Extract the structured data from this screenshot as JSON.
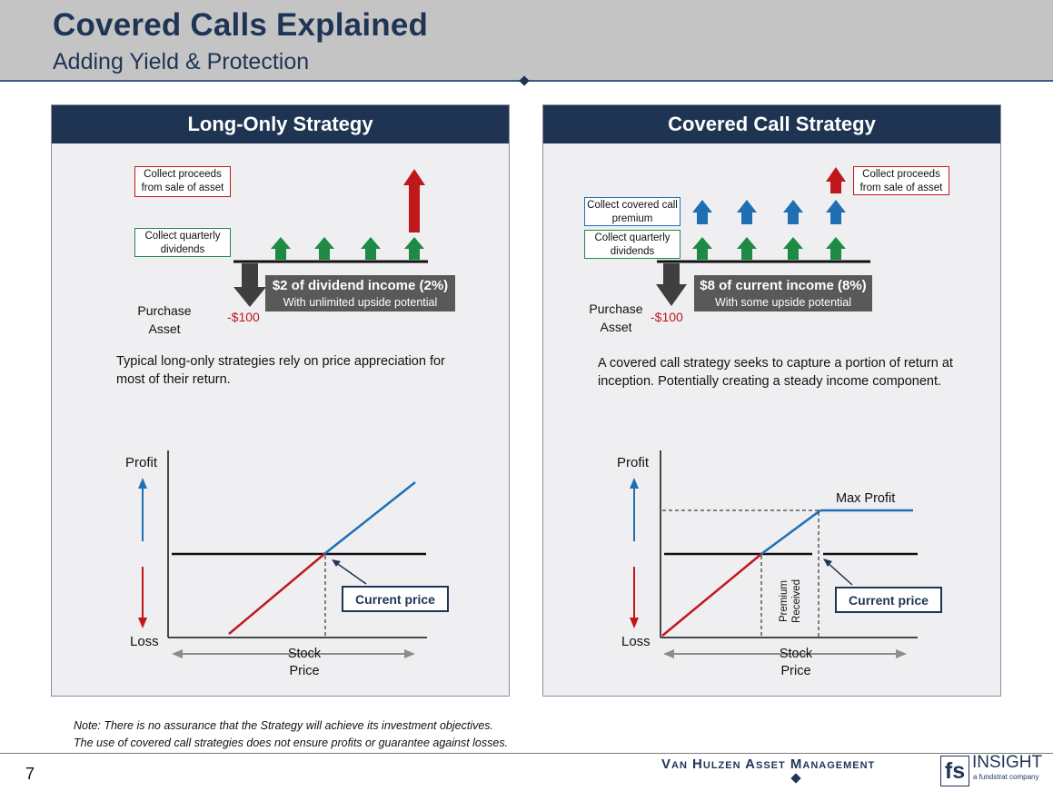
{
  "header": {
    "title": "Covered Calls Explained",
    "subtitle": "Adding Yield & Protection"
  },
  "left_panel": {
    "title": "Long-Only Strategy",
    "proceeds_box": "Collect proceeds from sale of asset",
    "dividends_box": "Collect quarterly dividends",
    "income_main": "$2 of dividend income (2%)",
    "income_sub": "With unlimited upside potential",
    "purchase_label": "Purchase Asset",
    "cost_label": "-$100",
    "description": "Typical long-only strategies rely on price appreciation for most of their return.",
    "chart": {
      "profit_label": "Profit",
      "loss_label": "Loss",
      "current_price_label": "Current price",
      "x_label": "Stock Price"
    }
  },
  "right_panel": {
    "title": "Covered Call Strategy",
    "proceeds_box": "Collect proceeds from sale of asset",
    "premium_box": "Collect covered call premium",
    "dividends_box": "Collect quarterly dividends",
    "income_main": "$8 of current income (8%)",
    "income_sub": "With some upside potential",
    "purchase_label": "Purchase Asset",
    "cost_label": "-$100",
    "description": "A covered call strategy seeks to capture a portion of return at inception. Potentially creating a steady income component.",
    "chart": {
      "profit_label": "Profit",
      "loss_label": "Loss",
      "max_profit_label": "Max Profit",
      "premium_label_1": "Premium",
      "premium_label_2": "Received",
      "current_price_label": "Current price",
      "x_label": "Stock Price"
    }
  },
  "note": {
    "line1": "Note: There is no assurance that the Strategy will achieve its investment objectives.",
    "line2": "The use of covered call strategies does not ensure profits or guarantee against losses."
  },
  "footer": {
    "page_number": "7",
    "firm_name": "Van Hulzen Asset Management",
    "logo_mark": "fs",
    "logo_text": "INSIGHT",
    "logo_tagline": "a fundstrat company"
  },
  "colors": {
    "navy": "#1f3452",
    "red": "#c0171c",
    "green": "#1e8a46",
    "blue": "#1f6fb5",
    "panel_bg": "#efeff1",
    "header_bg": "#c4c4c4"
  }
}
